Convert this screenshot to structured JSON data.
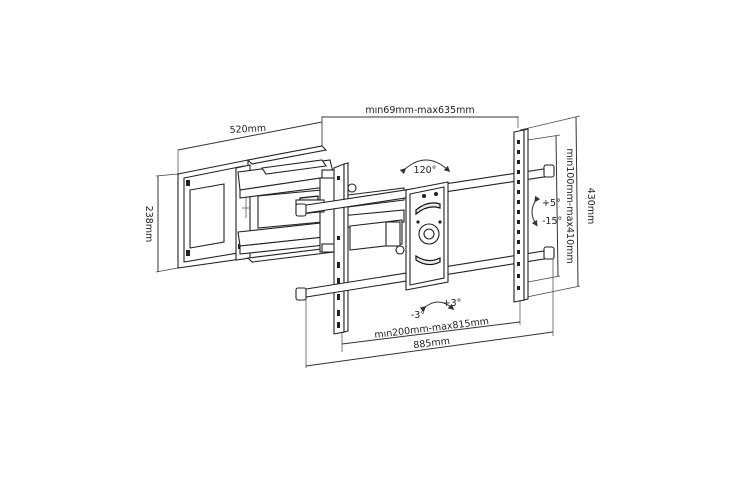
{
  "dimensions": {
    "depth": "mın69mm-max635mm",
    "wall_plate_width": "520mm",
    "wall_plate_height": "238mm",
    "vesa_vertical": "mın100mm-max410mm",
    "rails_height": "430mm",
    "vesa_horizontal": "mın200mm-max815mm",
    "total_width": "885mm"
  },
  "angles": {
    "swivel": "120°",
    "tilt_up": "+5°",
    "tilt_down": "-15°",
    "rotate_left": "-3°",
    "rotate_right": "+3°"
  },
  "colors": {
    "line": "#333333",
    "part_fill": "#ffffff",
    "shade": "#e9e9e9"
  }
}
